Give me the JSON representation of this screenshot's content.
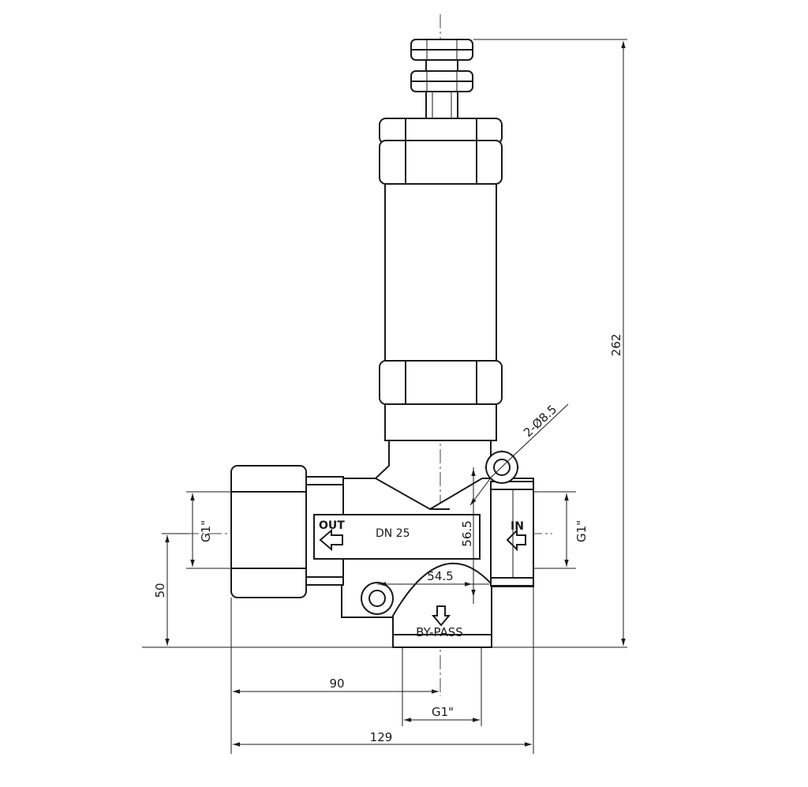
{
  "dimensions": {
    "height_total": "262",
    "inlet_height": "50",
    "outlet_to_bypass": "90",
    "bypass_thread": "G1\"",
    "width_total": "129",
    "outlet_thread": "G1\"",
    "inlet_thread": "G1\"",
    "mount_holes": "2-Ø8.5",
    "hole_spacing_v": "56.5",
    "hole_spacing_h": "54.5"
  },
  "labels": {
    "outlet": "OUT",
    "inlet": "IN",
    "nominal_size": "DN 25",
    "bypass": "BY-PASS"
  }
}
